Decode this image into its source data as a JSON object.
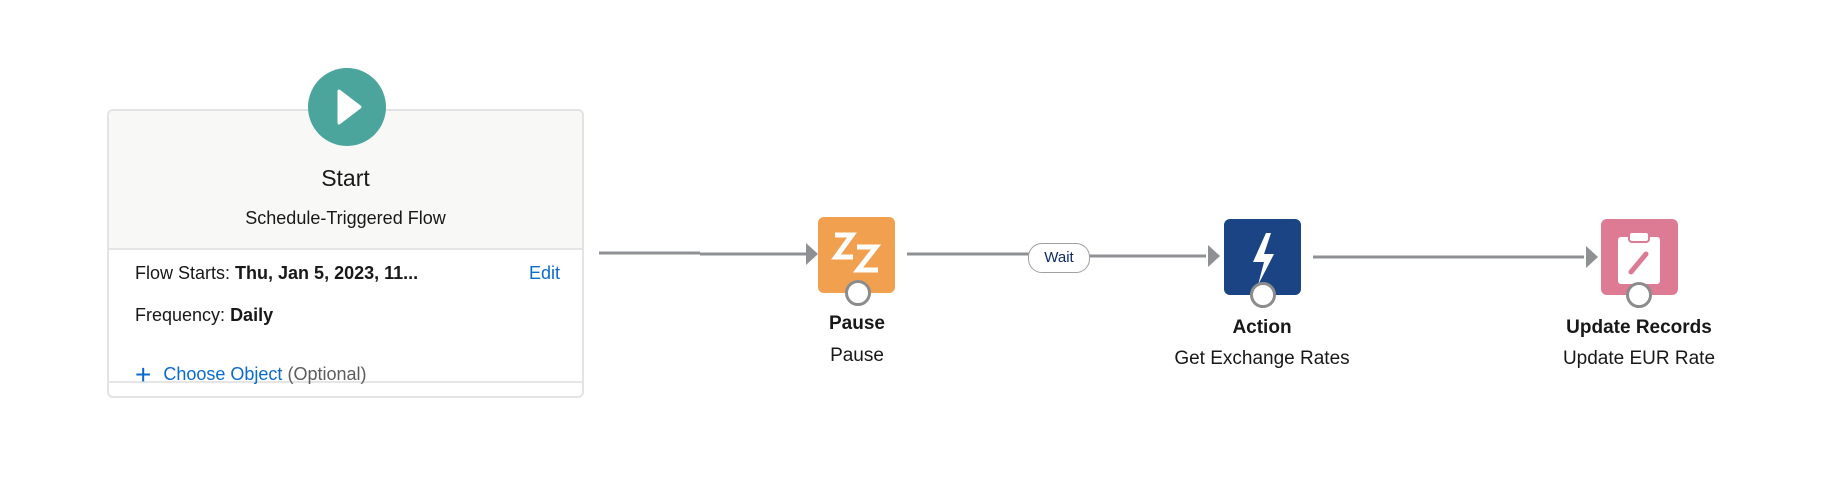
{
  "start": {
    "title": "Start",
    "subtitle": "Schedule-Triggered Flow",
    "flow_starts_label": "Flow Starts:",
    "flow_starts_value": "Thu, Jan 5, 2023, 11...",
    "edit_label": "Edit",
    "frequency_label": "Frequency:",
    "frequency_value": "Daily",
    "choose_object_label": "Choose Object",
    "optional_label": "(Optional)"
  },
  "connectors": {
    "wait_label": "Wait"
  },
  "nodes": [
    {
      "type": "Pause",
      "name": "Pause",
      "color": "#f0a04e",
      "icon": "zz-icon"
    },
    {
      "type": "Action",
      "name": "Get Exchange Rates",
      "color": "#1a4483",
      "icon": "lightning-icon"
    },
    {
      "type": "Update Records",
      "name": "Update EUR Rate",
      "color": "#dd7a94",
      "icon": "clipboard-edit-icon"
    }
  ]
}
